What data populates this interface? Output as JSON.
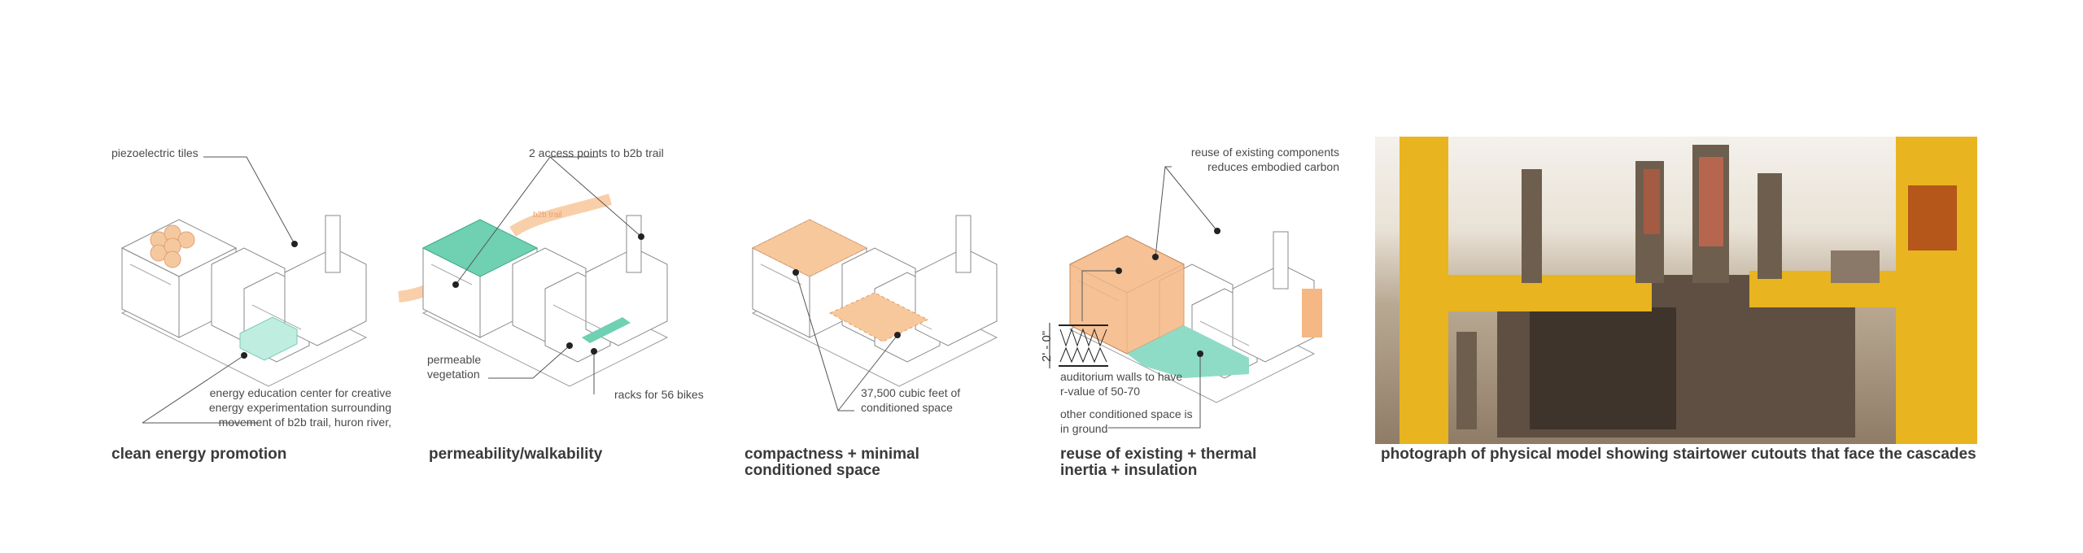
{
  "panels": [
    {
      "title": "clean energy promotion",
      "notes": {
        "top": "piezoelectric tiles",
        "bottom": [
          "energy education center for creative",
          "energy experimentation surrounding",
          "movement of b2b trail, huron river,"
        ]
      }
    },
    {
      "title": "permeability/walkability",
      "notes": {
        "top": "2 access points to b2b trail",
        "left": [
          "permeable",
          "vegetation"
        ],
        "right": "racks for 56 bikes",
        "trail": "b2b trail"
      }
    },
    {
      "title": [
        "compactness + minimal",
        "conditioned space"
      ],
      "notes": {
        "bottom": [
          "37,500 cubic feet of",
          "conditioned space"
        ]
      }
    },
    {
      "title": [
        "reuse of existing + thermal",
        "inertia + insulation"
      ],
      "notes": {
        "top": [
          "reuse of existing components",
          "reduces embodied carbon"
        ],
        "wall": [
          "auditorium walls to have",
          "r-value of 50-70"
        ],
        "ground": [
          "other conditioned space is",
          "in ground"
        ],
        "dimension": "2' - 0\""
      }
    },
    {
      "title": "photograph of physical model showing stairtower cutouts that face the cascades"
    }
  ],
  "colors": {
    "orange": "#f5b783",
    "teal": "#8fdcc6",
    "yellow": "#e8b420",
    "cardboard": "#6e5e4e"
  }
}
